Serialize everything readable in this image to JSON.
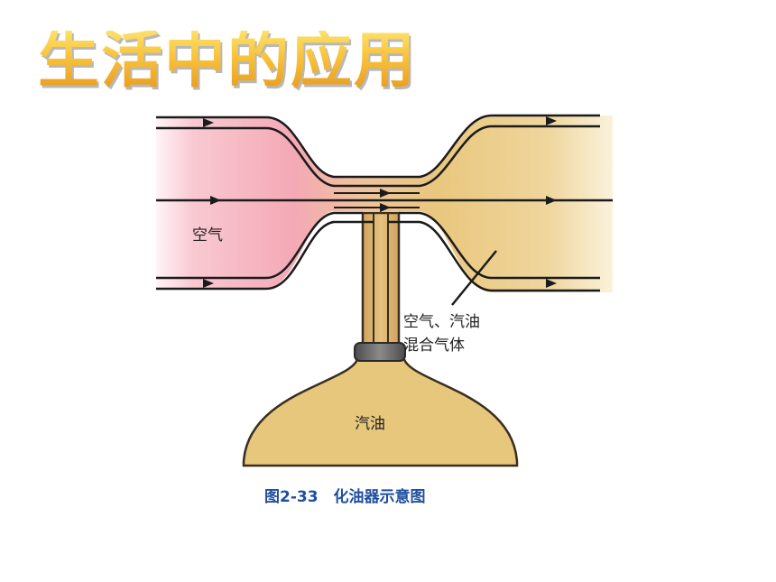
{
  "slide": {
    "title": "生活中的应用"
  },
  "diagram": {
    "label_air": "空气",
    "label_mix_line1": "空气、汽油",
    "label_mix_line2": "混合气体",
    "label_gasoline": "汽油",
    "caption": "图2-33　化油器示意图",
    "colors": {
      "air": "#f4a9b6",
      "mixture": "#e9c77e",
      "gasoline": "#e4c679",
      "tube": "#dcb46e",
      "collar": "#6a6a6a",
      "caption": "#1e4e9e"
    }
  }
}
